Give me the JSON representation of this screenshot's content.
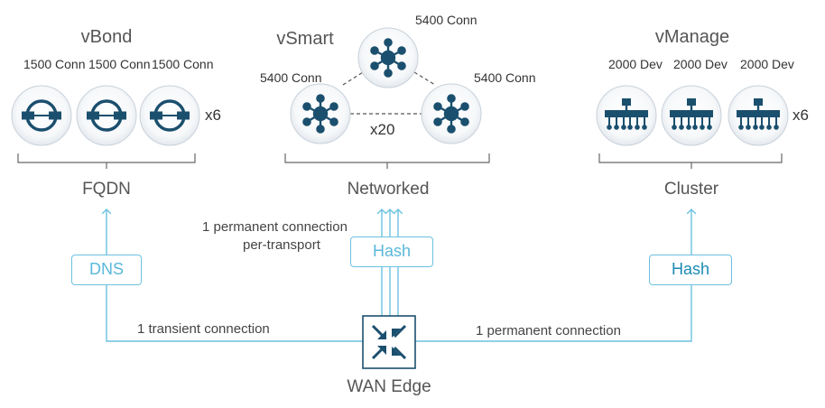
{
  "vbond": {
    "title": "vBond",
    "caps": [
      "1500 Conn",
      "1500 Conn",
      "1500 Conn"
    ],
    "multiplier": "x6",
    "group": "FQDN"
  },
  "vsmart": {
    "title": "vSmart",
    "caps": [
      "5400 Conn",
      "5400 Conn",
      "5400 Conn"
    ],
    "multiplier": "x20",
    "group": "Networked"
  },
  "vmanage": {
    "title": "vManage",
    "caps": [
      "2000 Dev",
      "2000 Dev",
      "2000 Dev"
    ],
    "multiplier": "x6",
    "group": "Cluster"
  },
  "connections": {
    "left": "1 transient connection",
    "middle_line1": "1 permanent connection",
    "middle_line2": "per-transport",
    "right": "1 permanent connection"
  },
  "boxes": {
    "dns": "DNS",
    "hash_mid": "Hash",
    "hash_right": "Hash"
  },
  "edge": {
    "label": "WAN Edge"
  },
  "colors": {
    "node_dark": "#1b4f6e",
    "arrow": "#6cc1e0",
    "box_text": "#5bb8db",
    "line": "#555555"
  }
}
